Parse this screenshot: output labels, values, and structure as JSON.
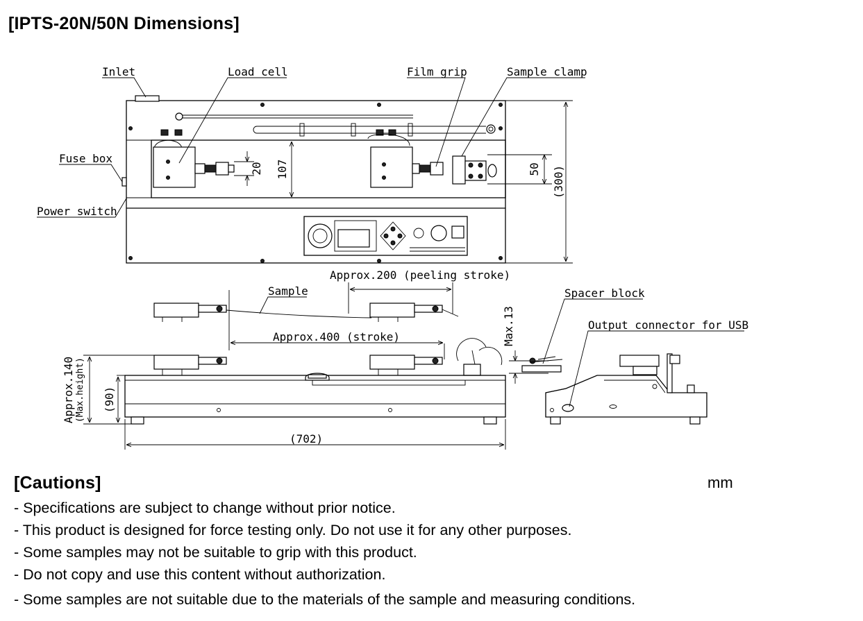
{
  "title": "[IPTS-20N/50N Dimensions]",
  "labels": {
    "inlet": "Inlet",
    "load_cell": "Load cell",
    "film_grip": "Film grip",
    "sample_clamp": "Sample clamp",
    "fuse_box": "Fuse box",
    "power_switch": "Power switch",
    "sample": "Sample",
    "spacer_block": "Spacer block",
    "output_connector": "Output connector for USB"
  },
  "dimensions": {
    "d20": "20",
    "d107": "107",
    "d50": "50",
    "d300": "(300)",
    "peeling_stroke": "Approx.200 (peeling stroke)",
    "stroke": "Approx.400 (stroke)",
    "max13": "Max.13",
    "height": "Approx.140",
    "max_height": "(Max.height)",
    "d90": "(90)",
    "d702": "(702)"
  },
  "unit": "mm",
  "cautions_title": "[Cautions]",
  "cautions": [
    "- Specifications are subject to change without prior notice.",
    "- This product is designed for force testing only. Do not use it for any other purposes.",
    "- Some samples may not be suitable to grip with this product.",
    "- Do not copy and use this content without authorization.",
    "- Some samples are not suitable due to the materials of the sample and measuring conditions."
  ]
}
